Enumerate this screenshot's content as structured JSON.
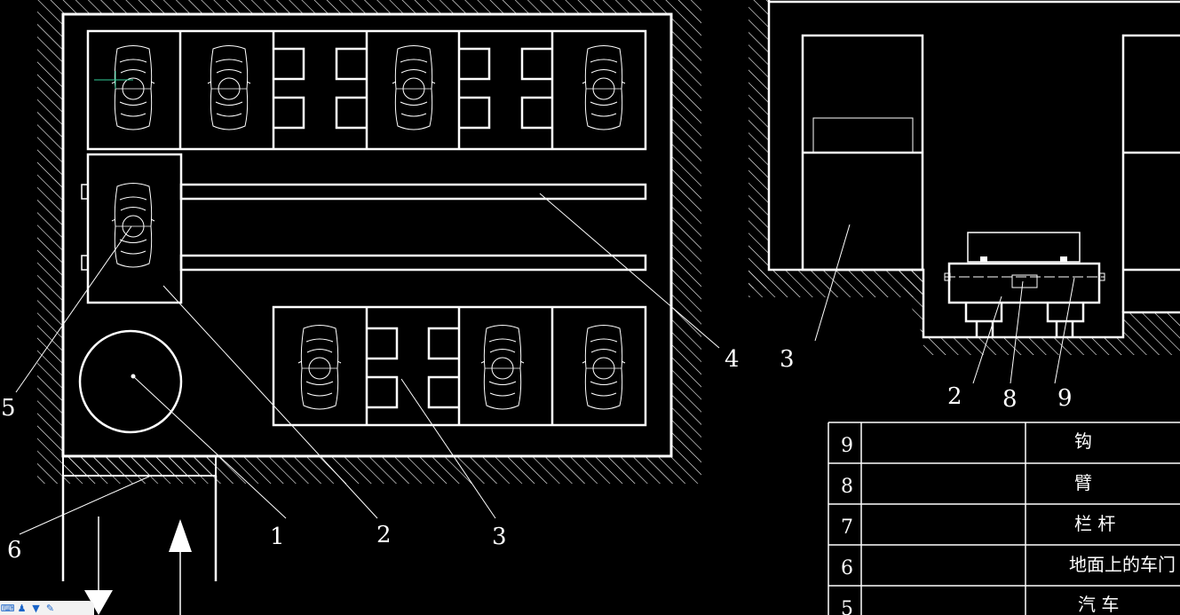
{
  "drawing": {
    "callouts_plan": [
      "1",
      "2",
      "3",
      "4",
      "5",
      "6"
    ],
    "callouts_section": [
      "3",
      "2",
      "8",
      "9"
    ]
  },
  "parts_table": {
    "rows": [
      {
        "no": "9",
        "name": "钩"
      },
      {
        "no": "8",
        "name": "臂"
      },
      {
        "no": "7",
        "name": "栏 杆"
      },
      {
        "no": "6",
        "name": "地面上的车门"
      },
      {
        "no": "5",
        "name": "汽 车"
      }
    ]
  },
  "toolbar": {
    "icons": [
      "keyboard-icon",
      "user-icon",
      "shirt-icon",
      "wrench-icon"
    ]
  },
  "colors": {
    "background": "#000000",
    "line": "#ffffff",
    "toolbar": "#f2f2f2",
    "icon": "#1a64c8"
  }
}
